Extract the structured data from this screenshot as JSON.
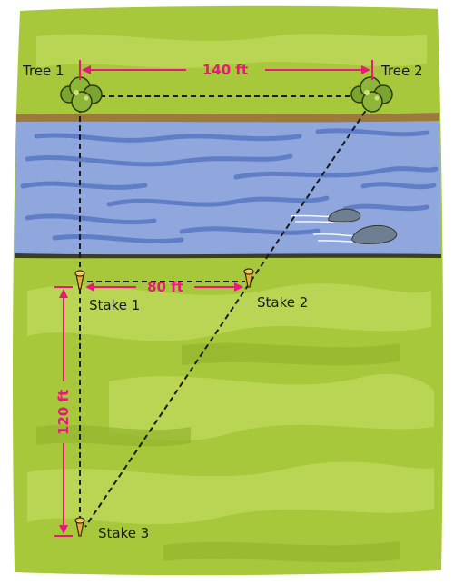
{
  "labels": {
    "tree1": "Tree 1",
    "tree2": "Tree 2",
    "stake1": "Stake 1",
    "stake2": "Stake 2",
    "stake3": "Stake 3"
  },
  "measurements": {
    "tree_to_tree": "140 ft",
    "stake1_to_stake2": "80 ft",
    "stake1_to_stake3": "120 ft"
  },
  "colors": {
    "grass": "#a6c83a",
    "grass_light": "#bfd85a",
    "grass_dark": "#93b52e",
    "river": "#8fa7dd",
    "river_dark": "#5f7ec6",
    "bank": "#9c7a3c",
    "measure": "#e8197a",
    "tree": "#8db53a",
    "stake": "#e0b040"
  }
}
